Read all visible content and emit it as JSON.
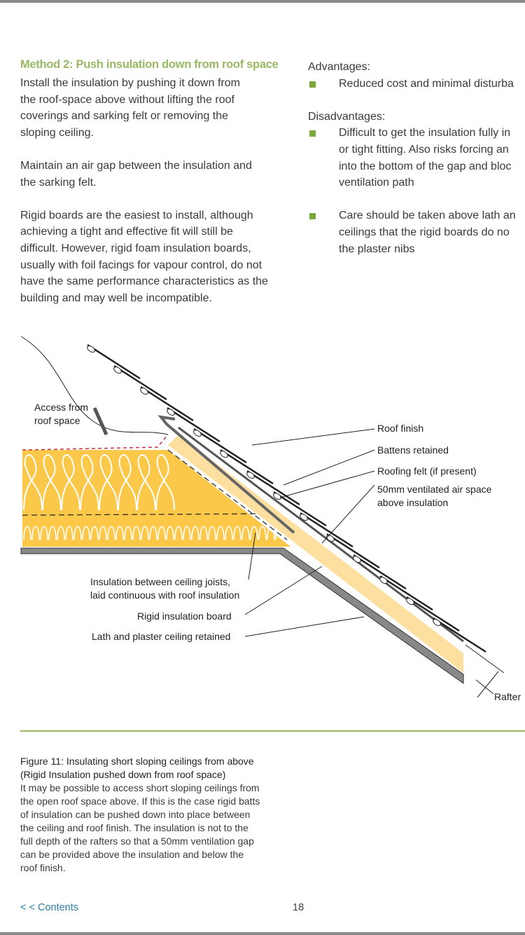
{
  "heading": "Method 2: Push insulation down from roof space",
  "left_paragraphs": [
    [
      "Install the insulation by pushing it down from",
      "the roof-space above without lifting the roof",
      "coverings and sarking felt or removing the",
      "sloping ceiling."
    ],
    [
      "Maintain an air gap between the insulation and",
      "the sarking felt."
    ],
    [
      "Rigid boards are the easiest to install, although",
      "achieving a tight and effective fit will still be",
      "difficult. However, rigid foam insulation boards,",
      "usually with foil facings for vapour control, do not",
      "have the same performance characteristics as the",
      "building and may well be incompatible."
    ]
  ],
  "advantages": {
    "title": "Advantages:",
    "items": [
      [
        "Reduced cost and minimal disturba"
      ]
    ]
  },
  "disadvantages": {
    "title": "Disadvantages:",
    "items": [
      [
        "Difficult to get the insulation fully in",
        "or tight fitting. Also risks forcing an",
        "into the bottom of the gap and bloc",
        "ventilation path"
      ],
      [
        "Care should be taken above lath an",
        "ceilings that the rigid boards do no",
        "the plaster nibs"
      ]
    ]
  },
  "diagram": {
    "access": [
      "Access from",
      "roof space"
    ],
    "roof_finish": "Roof finish",
    "battens": "Battens retained",
    "felt": "Roofing felt (if present)",
    "air_space": [
      "50mm ventilated air space",
      "above insulation"
    ],
    "joists": [
      "Insulation between ceiling joists,",
      "laid continuous with roof insulation"
    ],
    "rigid": "Rigid insulation board",
    "lath": "Lath and plaster ceiling retained",
    "rafter": "Rafter",
    "colors": {
      "insulation": "#fcc84a",
      "board": "#fde0a0",
      "dashed_red": "#c0303a"
    }
  },
  "caption": {
    "title": [
      "Figure 11: Insulating short sloping ceilings from above",
      "(Rigid Insulation pushed down from roof space)"
    ],
    "body": [
      "It may be possible to access short sloping ceilings from",
      "the open roof space above. If this is the case rigid batts",
      "of insulation can be pushed down into place between",
      "the ceiling and roof finish. The insulation is not to the",
      "full depth of the rafters so that a 50mm ventilation gap",
      "can be provided above the insulation and below the",
      "roof finish."
    ]
  },
  "footer": {
    "contents": "< < Contents",
    "page": "18"
  }
}
